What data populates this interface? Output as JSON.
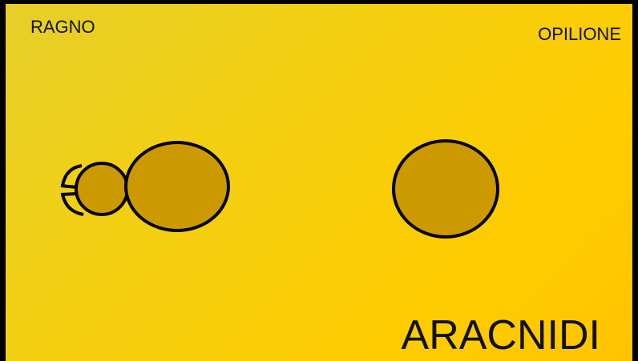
{
  "labels": {
    "left": "RAGNO",
    "right": "OPILIONE",
    "title": "ARACNIDI"
  },
  "colors": {
    "background_gradient_start": "#e6cf2a",
    "background_gradient_end": "#ffc400",
    "body_fill": "#cc9900",
    "outline": "#000000",
    "frame": "#000000"
  },
  "figures": [
    {
      "name": "spider",
      "parts": [
        "cephalothorax",
        "abdomen",
        "chelicerae"
      ]
    },
    {
      "name": "harvestman",
      "parts": [
        "body"
      ]
    }
  ]
}
